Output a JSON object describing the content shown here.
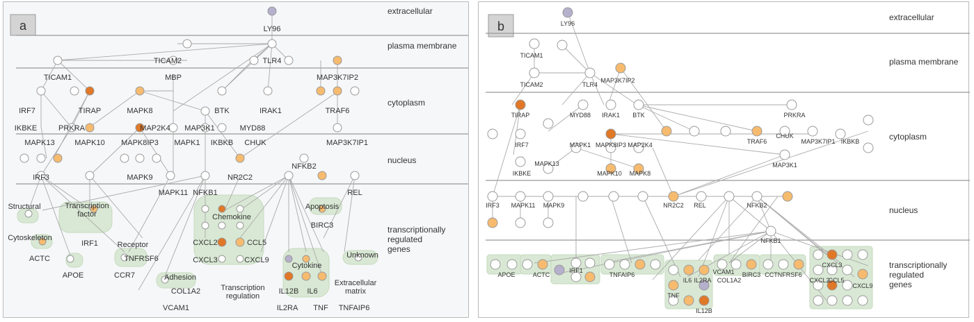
{
  "panel_a": {
    "badge": "a",
    "layers": [
      "extracellular",
      "plasma membrane",
      "cytoplasm",
      "nucleus",
      "transcriptionally",
      "regulated",
      "genes"
    ],
    "groups": [
      "Structural",
      "Transcription",
      "factor",
      "Cytoskeleton",
      "Receptor",
      "Adhesion",
      "Chemokine",
      "Apoptosis",
      "Cytokine",
      "Unknown",
      "Extracellular",
      "matrix",
      "Transcription",
      "regulation"
    ],
    "labels": [
      "LY96",
      "TICAM2",
      "TLR4",
      "MAP3K7IP2",
      "TICAM1",
      "MBP",
      "IRF7",
      "TIRAP",
      "MAPK8",
      "BTK",
      "IRAK1",
      "TRAF6",
      "IKBKE",
      "PRKRA",
      "MAP2K4",
      "MAP3K1",
      "MYD88",
      "MAPK13",
      "MAPK10",
      "MAPK8IP3",
      "MAPK1",
      "IKBKB",
      "CHUK",
      "MAP3K7IP1",
      "IRF3",
      "MAPK9",
      "NR2C2",
      "NFKB2",
      "MAPK11",
      "NFKB1",
      "REL",
      "CXCL2",
      "CCL5",
      "BIRC3",
      "IRF1",
      "TNFRSF6",
      "CXCL3",
      "CXCL9",
      "ACTC",
      "APOE",
      "CCR7",
      "COL1A2",
      "IL12B",
      "IL6",
      "VCAM1",
      "IL2RA",
      "TNF",
      "TNFAIP6"
    ]
  },
  "panel_b": {
    "badge": "b",
    "layers": [
      "extracellular",
      "plasma membrane",
      "cytoplasm",
      "nucleus",
      "transcriptionally",
      "regulated",
      "genes"
    ],
    "labels": [
      "LY96",
      "TICAM1",
      "MAP3K7IP2",
      "TICAM2",
      "TLR4",
      "TIRAP",
      "MYD88",
      "IRAK1",
      "BTK",
      "PRKRA",
      "CHUK",
      "IRF7",
      "MAPK1",
      "MAPK8IP3",
      "MAP2K4",
      "TRAF6",
      "MAP3K7IP1",
      "IKBKB",
      "MAPK13",
      "MAP3K1",
      "IKBKE",
      "MAPK10",
      "MAPK8",
      "IRF3",
      "MAPK11",
      "MAPK9",
      "NR2C2",
      "REL",
      "NFKB2",
      "NFKB1",
      "APOE",
      "ACTC",
      "IRF1",
      "TNFAIP6",
      "IL6",
      "IL2RA",
      "VCAM1",
      "COL1A2",
      "BIRC3",
      "CCTNFRSF6",
      "CXCL2",
      "CCL5",
      "CXCL3",
      "CXCL9",
      "TNF",
      "IL12B"
    ]
  },
  "colors": {
    "light_orange": "#f7bb6f",
    "dark_orange": "#e07828",
    "purple": "#b5b0cc",
    "group_green": "#d9e8d4"
  }
}
